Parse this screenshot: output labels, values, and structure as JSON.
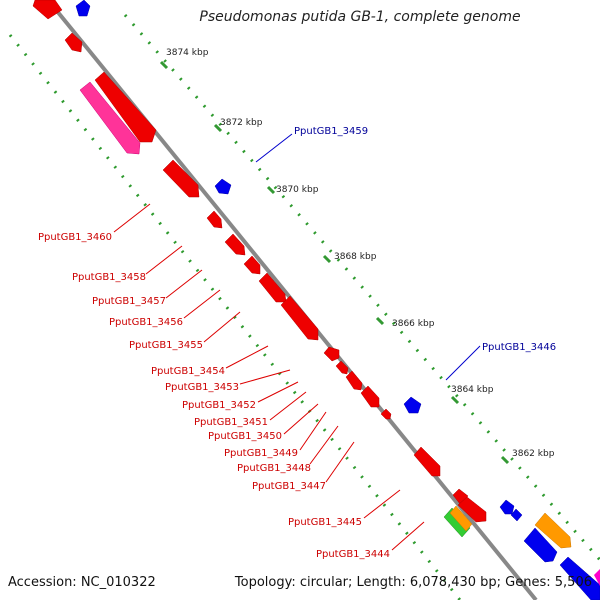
{
  "title": "Pseudomonas putida GB-1, complete genome",
  "accession": "Accession: NC_010322",
  "topology": "Topology: circular; Length: 6,078,430 bp; Genes: 5,506",
  "ticks": [
    "3874 kbp",
    "3872 kbp",
    "3870 kbp",
    "3868 kbp",
    "3866 kbp",
    "3864 kbp",
    "3862 kbp"
  ],
  "labels_blue": [
    "PputGB1_3459",
    "PputGB1_3446"
  ],
  "labels_red": [
    "PputGB1_3460",
    "PputGB1_3458",
    "PputGB1_3457",
    "PputGB1_3456",
    "PputGB1_3455",
    "PputGB1_3454",
    "PputGB1_3453",
    "PputGB1_3452",
    "PputGB1_3451",
    "PputGB1_3450",
    "PputGB1_3449",
    "PputGB1_3448",
    "PputGB1_3447",
    "PputGB1_3445",
    "PputGB1_3444"
  ],
  "colors": {
    "red": "#ee0000",
    "blue": "#0000ee",
    "pink": "#ff3399",
    "orange": "#ff9900",
    "green": "#33cc33",
    "backbone": "#888888",
    "tick_green": "#339933",
    "label_red": "#cc0000",
    "label_blue": "#000099"
  }
}
